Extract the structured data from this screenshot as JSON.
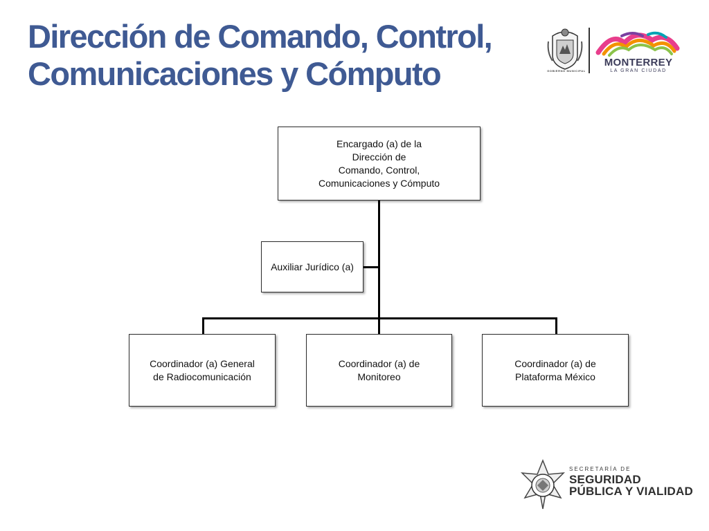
{
  "slide": {
    "title_lines": [
      "Dirección de Comando, Control,",
      "Comunicaciones y Cómputo"
    ]
  },
  "org_chart": {
    "head": "Encargado (a) de la\nDirección de\nComando, Control,\nComunicaciones y Cómputo",
    "staff": "Auxiliar Jurídico (a)",
    "subordinates": [
      "Coordinador (a) General\nde  Radiocomunicación",
      "Coordinador (a) de\nMonitoreo",
      "Coordinador (a) de\nPlataforma México"
    ]
  },
  "logos": {
    "municipal": {
      "caption": "GOBIERNO MUNICIPAL",
      "name": "MONTERREY",
      "tagline": "LA GRAN CIUDAD",
      "colors": [
        "#e83e8c",
        "#f39200",
        "#8bc34a",
        "#7b3fa0",
        "#00a3b4"
      ]
    },
    "security": {
      "small": "SECRETARÍA DE",
      "line1": "SEGURIDAD",
      "line2": "PÚBLICA Y VIALIDAD"
    }
  },
  "colors": {
    "title": "#3f5a93",
    "connector": "#000000"
  }
}
